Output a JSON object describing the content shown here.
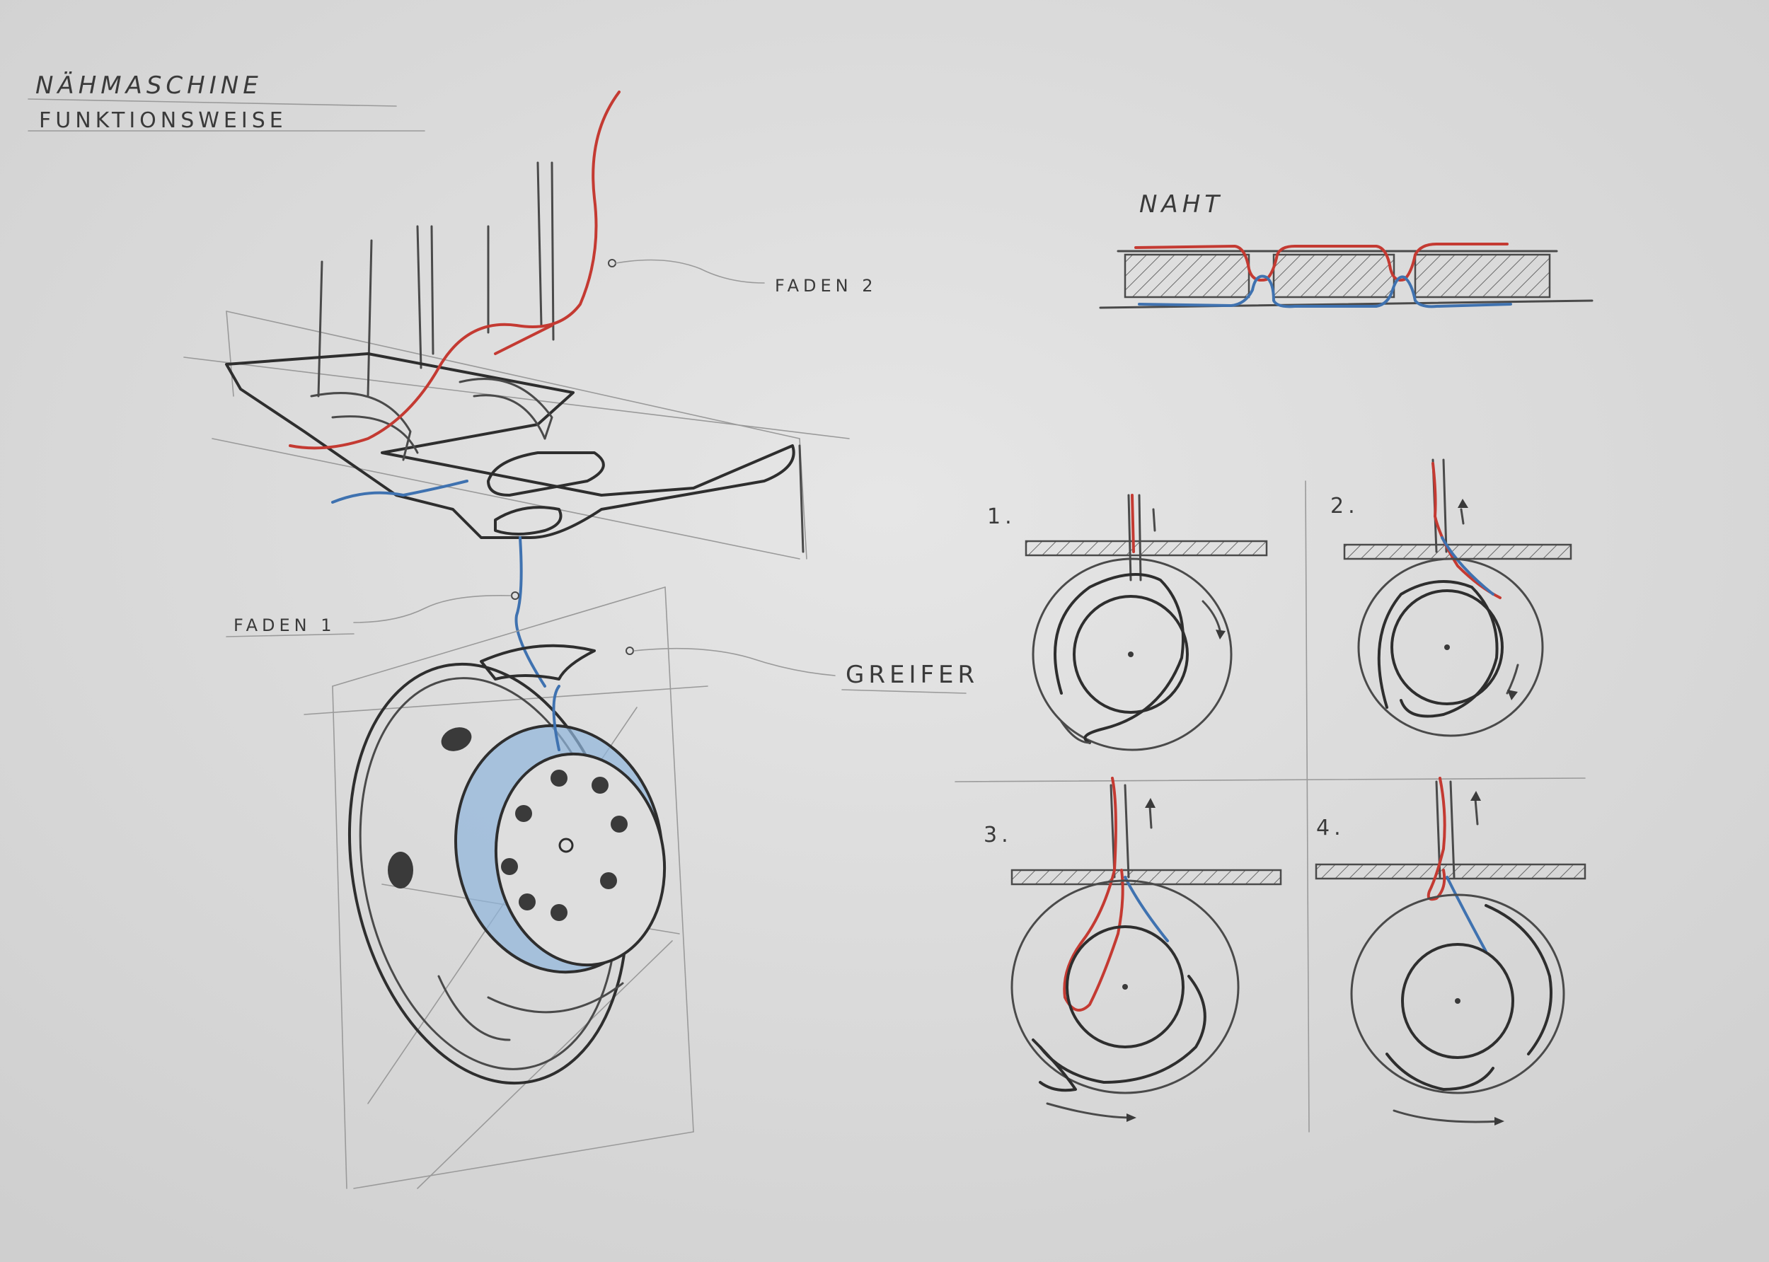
{
  "title": {
    "line1": "NÄHMASCHINE",
    "line2": "FUNKTIONSWEISE"
  },
  "labels": {
    "faden2": "FADEN 2",
    "faden1": "FADEN 1",
    "greifer": "GREIFER",
    "naht": "NAHT"
  },
  "steps": [
    "1.",
    "2.",
    "3.",
    "4."
  ],
  "colors": {
    "paper": "#dcdcdc",
    "pencil": "#4a4a4a",
    "upper_thread_red": "#c43a32",
    "lower_thread_blue": "#3f72b0",
    "bobbin_blue": "#8fb5dc"
  }
}
